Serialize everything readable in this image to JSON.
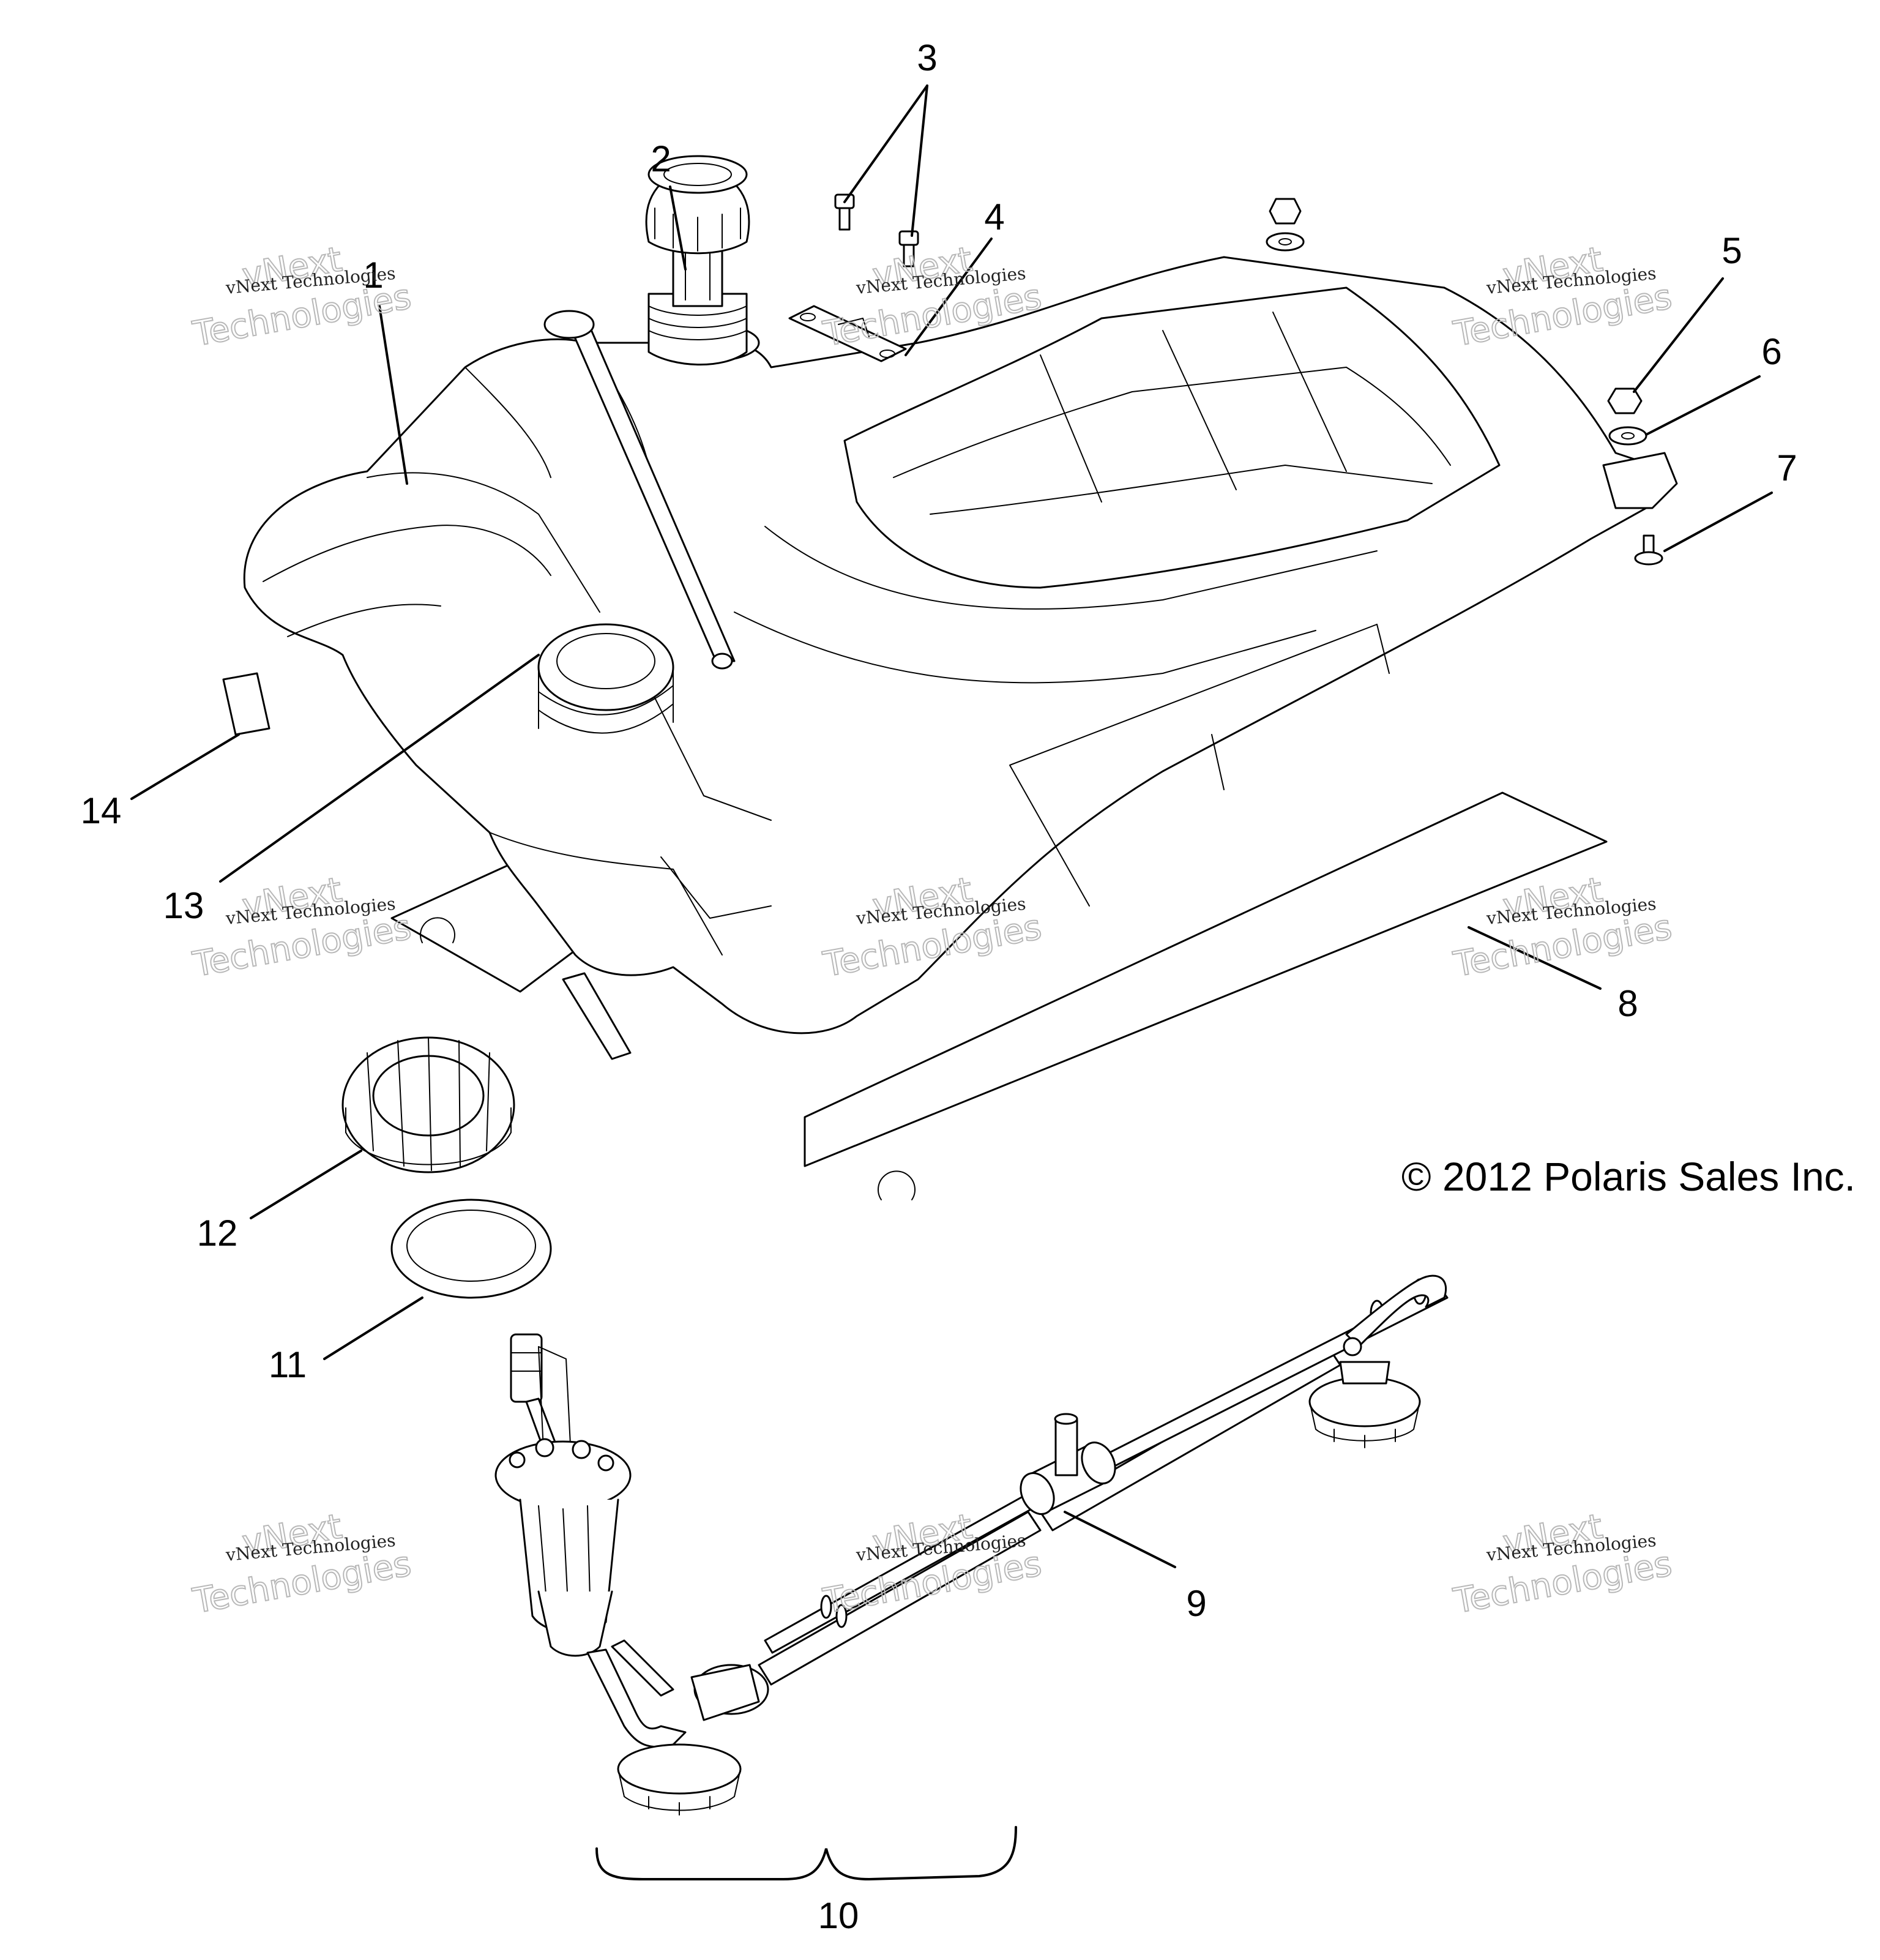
{
  "copyright": "© 2012 Polaris Sales Inc.",
  "watermark": {
    "top": "vNext",
    "middle": "vNext Technologies",
    "bottom": "Technologies"
  },
  "callouts": [
    {
      "id": "1",
      "label": "1"
    },
    {
      "id": "2",
      "label": "2"
    },
    {
      "id": "3",
      "label": "3"
    },
    {
      "id": "4",
      "label": "4"
    },
    {
      "id": "5",
      "label": "5"
    },
    {
      "id": "6",
      "label": "6"
    },
    {
      "id": "7",
      "label": "7"
    },
    {
      "id": "8",
      "label": "8"
    },
    {
      "id": "9",
      "label": "9"
    },
    {
      "id": "10",
      "label": "10"
    },
    {
      "id": "11",
      "label": "11"
    },
    {
      "id": "12",
      "label": "12"
    },
    {
      "id": "13",
      "label": "13"
    },
    {
      "id": "14",
      "label": "14"
    }
  ]
}
